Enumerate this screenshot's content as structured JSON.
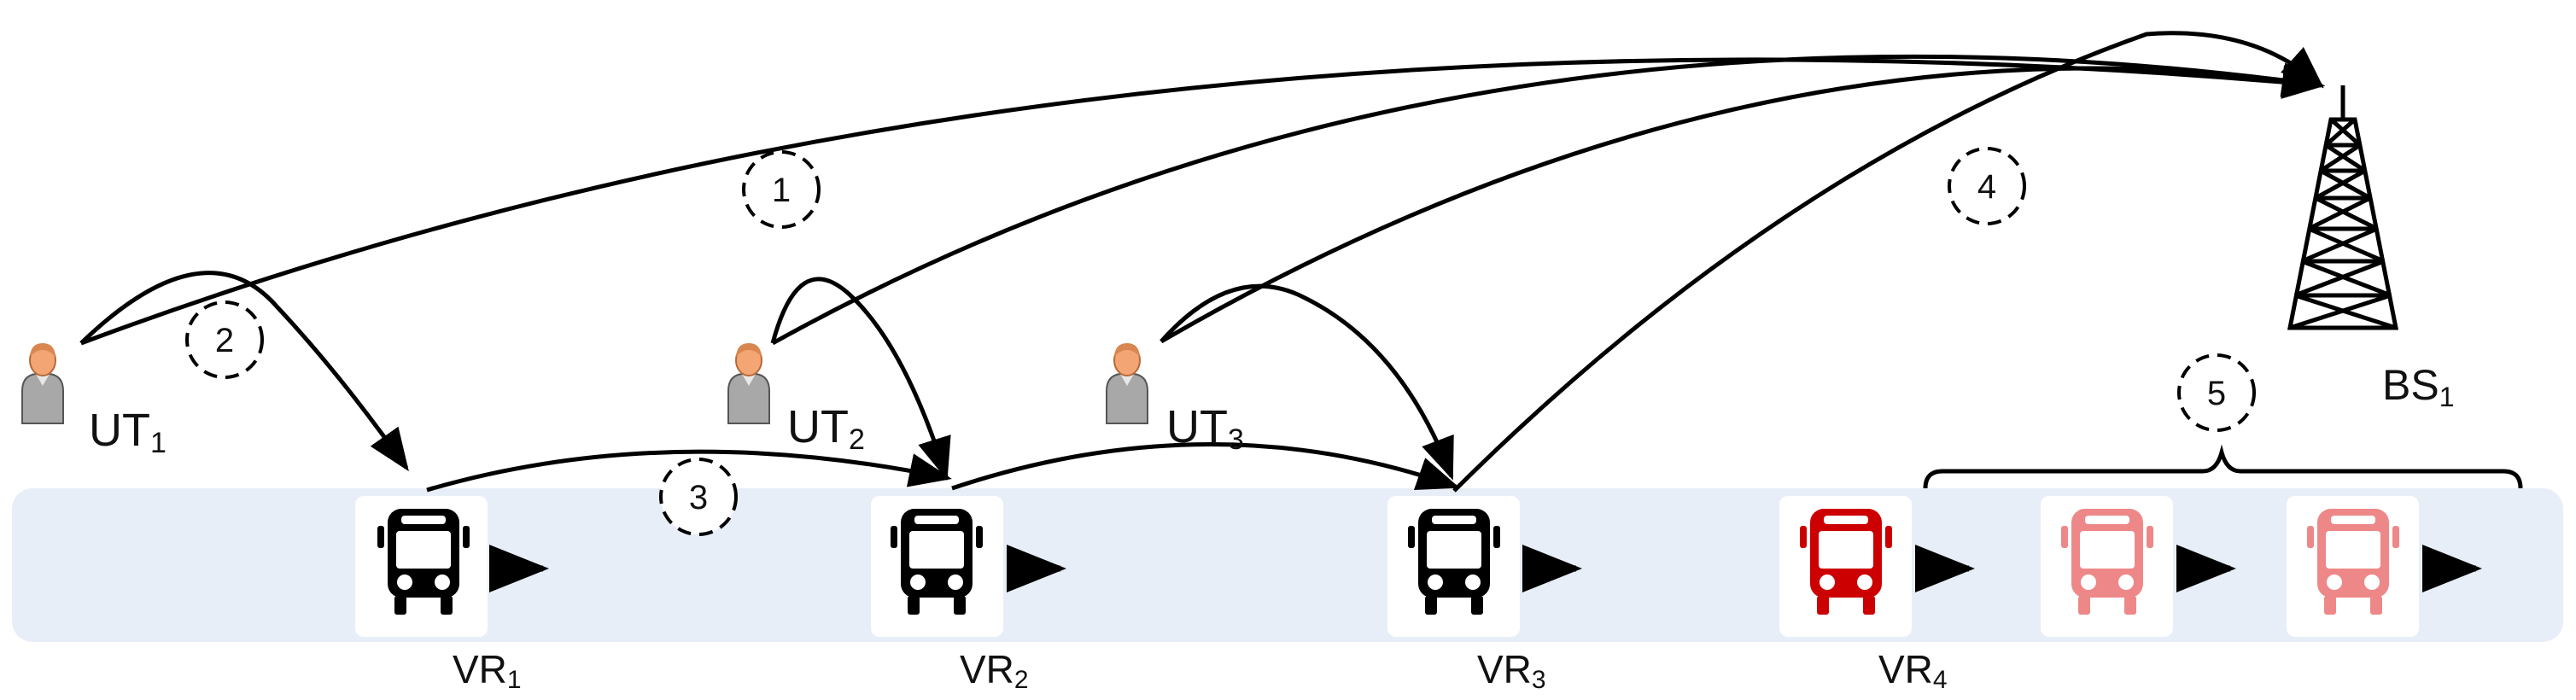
{
  "colors": {
    "road_band": "#e8eef7",
    "line": "#000000",
    "vehicle_active": "#000000",
    "vehicle_target": "#cc0000",
    "vehicle_future": "#ee8888",
    "user_body": "#a0a0a0",
    "user_head": "#f0a070"
  },
  "users": [
    {
      "base": "UT",
      "sub": "1"
    },
    {
      "base": "UT",
      "sub": "2"
    },
    {
      "base": "UT",
      "sub": "3"
    }
  ],
  "vehicles": [
    {
      "base": "VR",
      "sub": "1"
    },
    {
      "base": "VR",
      "sub": "2"
    },
    {
      "base": "VR",
      "sub": "3"
    },
    {
      "base": "VR",
      "sub": "4"
    }
  ],
  "base_station": {
    "base": "BS",
    "sub": "1",
    "icon": "antenna-tower-icon"
  },
  "steps": [
    "1",
    "2",
    "3",
    "4",
    "5"
  ],
  "icons": {
    "user": "user-icon",
    "vehicle": "bus-icon",
    "direction": "arrow-right-icon"
  }
}
